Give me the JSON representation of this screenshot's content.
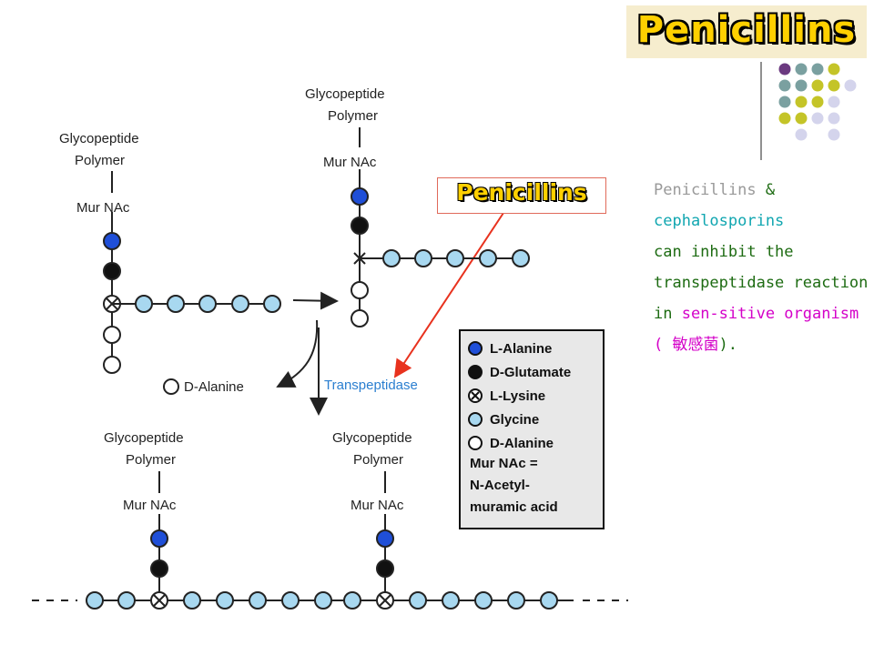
{
  "title": "Penicillins",
  "callout": "Penicillins",
  "description": {
    "part1": "Penicillins",
    "part2": " &",
    "part3": "cephalosporins",
    "part4": "can inhibit  the transpeptidase reaction in ",
    "part5": "sen-sitive organism ( 敏感菌",
    "part6": ")."
  },
  "diagram": {
    "left_polymer_l1": "Glycopeptide",
    "left_polymer_l2": "Polymer",
    "left_murnac": "Mur NAc",
    "right_polymer_l1": "Glycopeptide",
    "right_polymer_l2": "Polymer",
    "right_murnac": "Mur NAc",
    "d_alanine": "D-Alanine",
    "transpeptidase": "Transpeptidase",
    "bottom_left_l1": "Glycopeptide",
    "bottom_left_l2": "Polymer",
    "bottom_left_murnac": "Mur NAc",
    "bottom_right_l1": "Glycopeptide",
    "bottom_right_l2": "Polymer",
    "bottom_right_murnac": "Mur NAc"
  },
  "legend": {
    "items": [
      "L-Alanine",
      "D-Glutamate",
      "L-Lysine",
      "Glycine",
      "D-Alanine"
    ],
    "mur_l1": "Mur NAc =",
    "mur_l2": "N-Acetyl-",
    "mur_l3": "muramic acid"
  },
  "colors": {
    "l_alanine": "#1f4fd8",
    "d_glutamate": "#111111",
    "glycine": "#a8d8f0",
    "arrow": "#e8321e",
    "title_fill": "#ffd000",
    "title_bg": "#f6edce"
  }
}
